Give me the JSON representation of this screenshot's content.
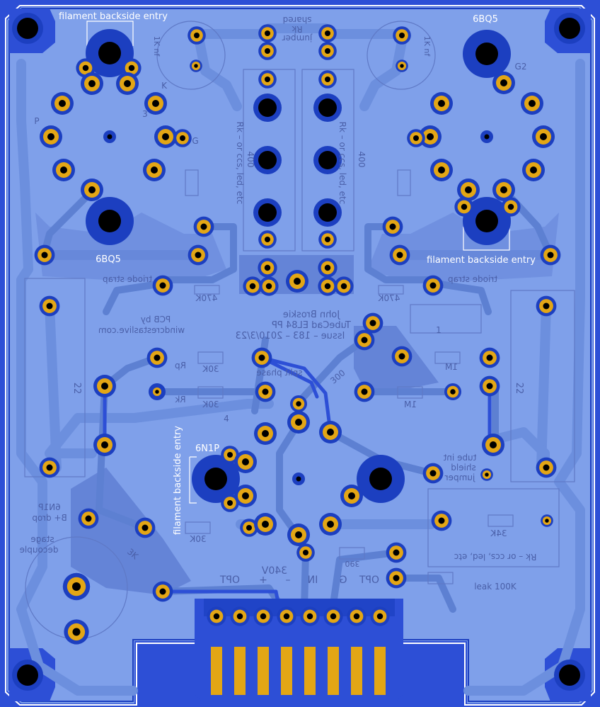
{
  "labels": {
    "fil_top_left": "filament backside entry",
    "fil_right": "filament backside entry",
    "fil_center": "filament backside entry",
    "tube_top_right": "6BQ5",
    "tube_left": "6BQ5",
    "tube_center": "6N1P"
  },
  "faded_text": {
    "shared": "shared",
    "rk": "Rk",
    "jumper": "jumper",
    "rk_or_ccs_left": "Rk – or ccs, led, etc",
    "rk_or_ccs_right": "Rk – or ccs, led, etc",
    "val400_left": "400",
    "val400_right": "400",
    "r470k_left": "470K",
    "r470k_right": "470K",
    "triode_strap_left": "triode strap",
    "triode_strap_right": "triode strap",
    "john": "John Broskie",
    "tubecad": "TubeCad EL84 PP",
    "issue": "Issue – 183 – 2010/3/23",
    "pcb_by": "PCB by",
    "wce": "windcrestaslive.com",
    "r30k_rp": "30K",
    "r30k_rk": "30K",
    "r30k_bottom": "30K",
    "rp": "Rp",
    "rk_label": "Rk",
    "split_phase": "split phase",
    "r1m_top": "1M",
    "r1m_bottom": "1M",
    "cap_1": "1",
    "val300": "300",
    "tube_int": "tube int",
    "shield": "shield",
    "jumper2": "jumper",
    "r34k": "34K",
    "rk_ccs_bottom": "Rk – or ccs, led, etc",
    "sn1p": "6N1P",
    "b_drop": "B+ drop",
    "stage": "stage",
    "decouple": "decouple",
    "r_bottom_left": "3K",
    "r1k_top_left": "1K nf",
    "r1k_top_right": "1K nf",
    "r360": "390",
    "leak": "leak 100K",
    "c22_left": "22",
    "c22_right": "22",
    "pin_k": "K",
    "pin_g": "G",
    "pin_p": "P",
    "pin_g2": "G2",
    "pin_3": "3",
    "pin_4": "4"
  },
  "connector_labels": [
    "OPT",
    "+",
    "340V",
    "–",
    "IN",
    "G",
    "OPT"
  ],
  "colors": {
    "background": "#2d4fd6",
    "board": "#7fa0ea",
    "trace": "#5d80d2",
    "pad_ring_dark": "#1c3fc0",
    "pad_gold": "#e3a615",
    "hole": "#000000",
    "silk": "#ffffff"
  }
}
